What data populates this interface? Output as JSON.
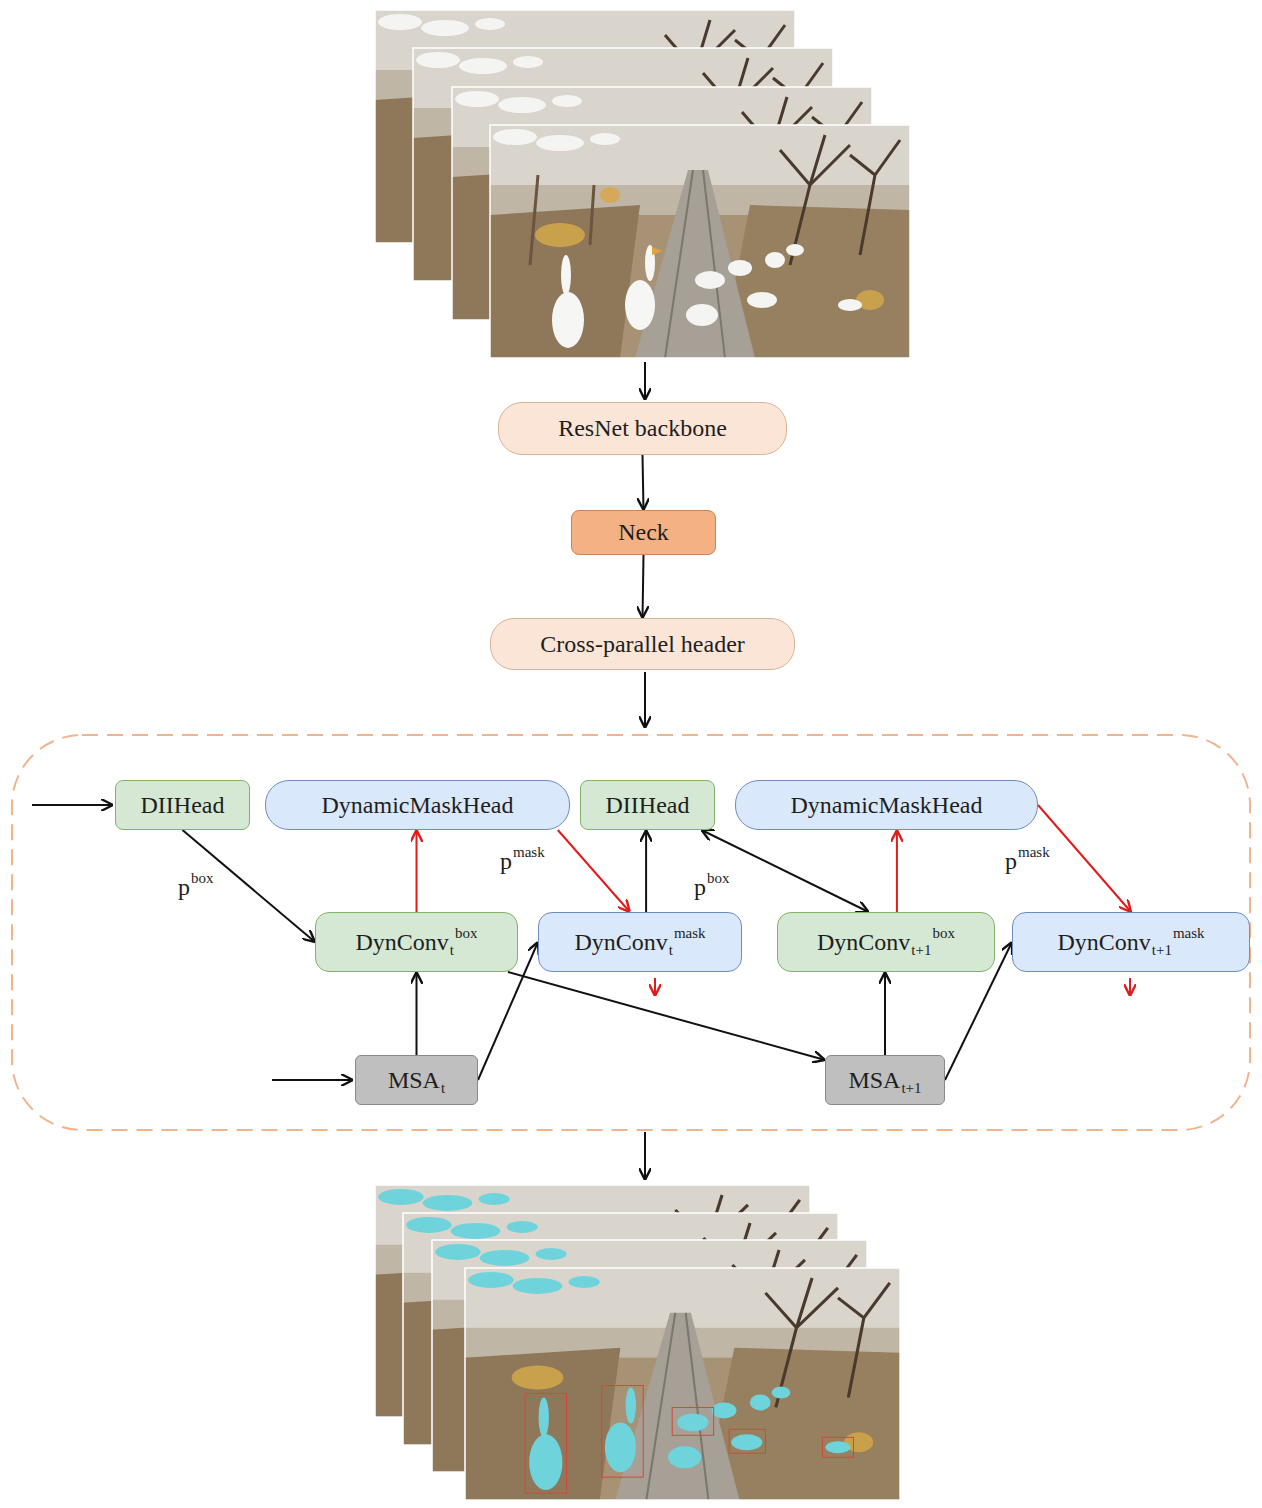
{
  "diagram": {
    "nodes": [
      {
        "text": [
          "ResNet backbone"
        ]
      },
      {
        "text": [
          "Neck"
        ]
      },
      {
        "text": [
          "Cross-parallel header"
        ]
      },
      {
        "text": [
          "DIIHead"
        ]
      },
      {
        "text": [
          "DynamicMaskHead"
        ]
      },
      {
        "text": [
          "DIIHead"
        ]
      },
      {
        "text": [
          "DynamicMaskHead"
        ]
      },
      {
        "text": [
          "DynConv",
          "t",
          "box"
        ]
      },
      {
        "text": [
          "DynConv",
          "t",
          "mask"
        ]
      },
      {
        "text": [
          "DynConv",
          "t+1",
          "box"
        ]
      },
      {
        "text": [
          "DynConv",
          "t+1",
          "mask"
        ]
      },
      {
        "text": [
          "MSA",
          "t"
        ]
      },
      {
        "text": [
          "MSA",
          "t+1"
        ]
      }
    ],
    "edges": [
      {
        "from": 0,
        "to": 1,
        "arrow": "to"
      },
      {
        "from": 1,
        "to": 2,
        "arrow": "to"
      },
      {
        "from": 3,
        "to": 7,
        "arrow": "to"
      },
      {
        "from": 7,
        "to": 4,
        "arrow": "to"
      },
      {
        "from": 4,
        "to": 8,
        "arrow": "to"
      },
      {
        "from": 8,
        "to": 5,
        "arrow": "to"
      },
      {
        "from": 5,
        "to": 9,
        "arrow": "both"
      },
      {
        "from": 9,
        "to": 6,
        "arrow": "to"
      },
      {
        "from": 6,
        "to": 10,
        "arrow": "to"
      },
      {
        "from": 11,
        "to": 7,
        "arrow": "to"
      },
      {
        "from": 11,
        "to": 8,
        "arrow": "to"
      },
      {
        "from": 7,
        "to": 12,
        "arrow": "to"
      },
      {
        "from": 12,
        "to": 9,
        "arrow": "to"
      },
      {
        "from": 12,
        "to": 10,
        "arrow": "to"
      }
    ],
    "labels": [
      "p",
      "box",
      "p",
      "mask",
      "p",
      "box",
      "p",
      "mask"
    ]
  }
}
